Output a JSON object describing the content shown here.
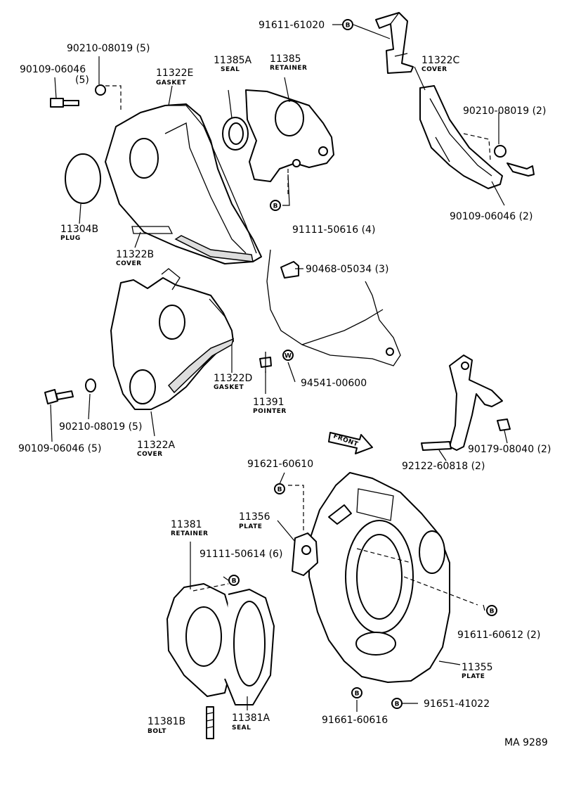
{
  "labels": {
    "p91611_61020": "91611-61020",
    "p90210_08019_top": "90210-08019 (5)",
    "p90109_06046_top": "90109-06046",
    "p90109_06046_top_qty": "(5)",
    "p11322E": "11322E",
    "p11322E_sub": "GASKET",
    "p11385A": "11385A",
    "p11385A_sub": "SEAL",
    "p11385": "11385",
    "p11385_sub": "RETAINER",
    "p11322C": "11322C",
    "p11322C_sub": "COVER",
    "p90210_08019_right": "90210-08019 (2)",
    "p90109_06046_right": "90109-06046 (2)",
    "p11304B": "11304B",
    "p11304B_sub": "PLUG",
    "p91111_50616": "91111-50616 (4)",
    "p11322B": "11322B",
    "p11322B_sub": "COVER",
    "p90468_05034": "90468-05034 (3)",
    "p11322D": "11322D",
    "p11322D_sub": "GASKET",
    "p94541_00600": "94541-00600",
    "p11391": "11391",
    "p11391_sub": "POINTER",
    "p90210_08019_left": "90210-08019 (5)",
    "p90109_06046_left": "90109-06046 (5)",
    "p11322A": "11322A",
    "p11322A_sub": "COVER",
    "p90179_08040": "90179-08040 (2)",
    "p92122_60818": "92122-60818 (2)",
    "front": "FRONT",
    "p91621_60610": "91621-60610",
    "p11356": "11356",
    "p11356_sub": "PLATE",
    "p11381": "11381",
    "p11381_sub": "RETAINER",
    "p91111_50614": "91111-50614 (6)",
    "p91611_60612": "91611-60612 (2)",
    "p11355": "11355",
    "p11355_sub": "PLATE",
    "p91651_41022": "91651-41022",
    "p91661_60616": "91661-60616",
    "p11381B": "11381B",
    "p11381B_sub": "BOLT",
    "p11381A": "11381A",
    "p11381A_sub": "SEAL",
    "ref": "MA 9289"
  },
  "markers": {
    "b": "B",
    "w": "W"
  }
}
